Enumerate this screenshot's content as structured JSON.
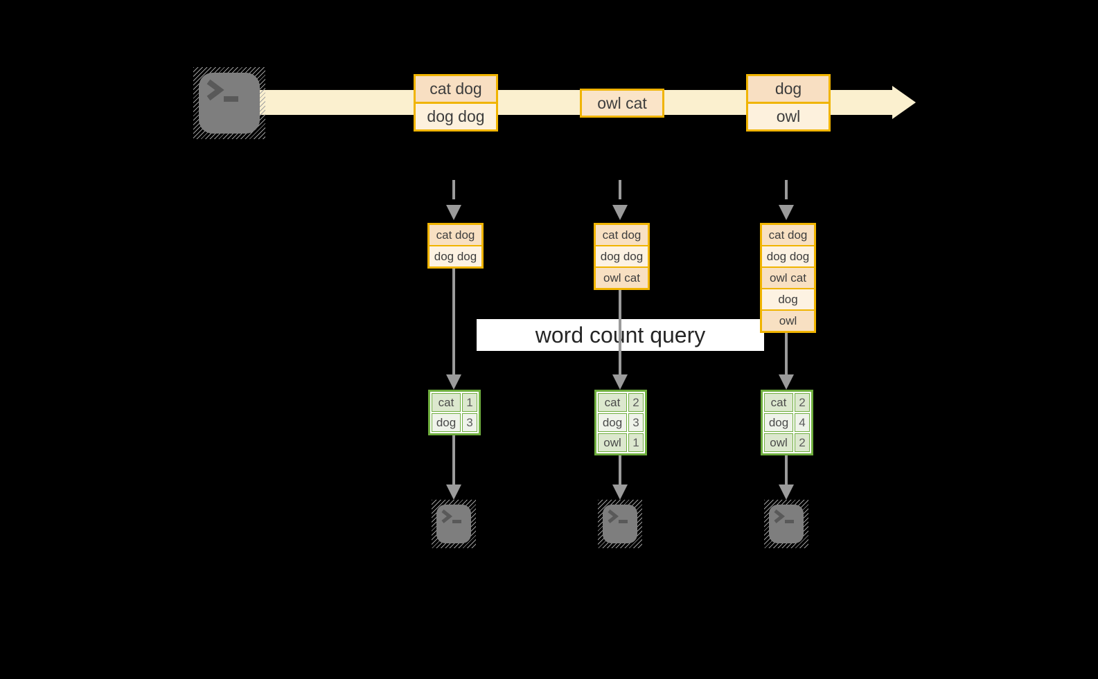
{
  "banner": {
    "label": "word count query"
  },
  "stream": {
    "groups": [
      {
        "cells": [
          "cat dog",
          "dog dog"
        ]
      },
      {
        "cells": [
          "owl cat"
        ]
      },
      {
        "cells": [
          "dog",
          "owl"
        ]
      }
    ]
  },
  "columns": [
    {
      "buffer": [
        "cat dog",
        "dog dog"
      ],
      "counts": [
        {
          "word": "cat",
          "count": "1"
        },
        {
          "word": "dog",
          "count": "3"
        }
      ]
    },
    {
      "buffer": [
        "cat dog",
        "dog dog",
        "owl cat"
      ],
      "counts": [
        {
          "word": "cat",
          "count": "2"
        },
        {
          "word": "dog",
          "count": "3"
        },
        {
          "word": "owl",
          "count": "1"
        }
      ]
    },
    {
      "buffer": [
        "cat dog",
        "dog dog",
        "owl cat",
        "dog",
        "owl"
      ],
      "counts": [
        {
          "word": "cat",
          "count": "2"
        },
        {
          "word": "dog",
          "count": "4"
        },
        {
          "word": "owl",
          "count": "2"
        }
      ]
    }
  ],
  "colors": {
    "background": "#000000",
    "stream_band": "#fbf0cf",
    "event_border": "#f0b400",
    "event_fill_dark": "#f8dfc2",
    "event_fill_light": "#fdf1dd",
    "table_border": "#6fae3e",
    "table_fill_dark": "#dce8ce",
    "table_fill_light": "#eff3ea",
    "arrow_gray": "#9b9b9b",
    "terminal_gray": "#7e7e7e",
    "banner_bg": "#ffffff"
  }
}
